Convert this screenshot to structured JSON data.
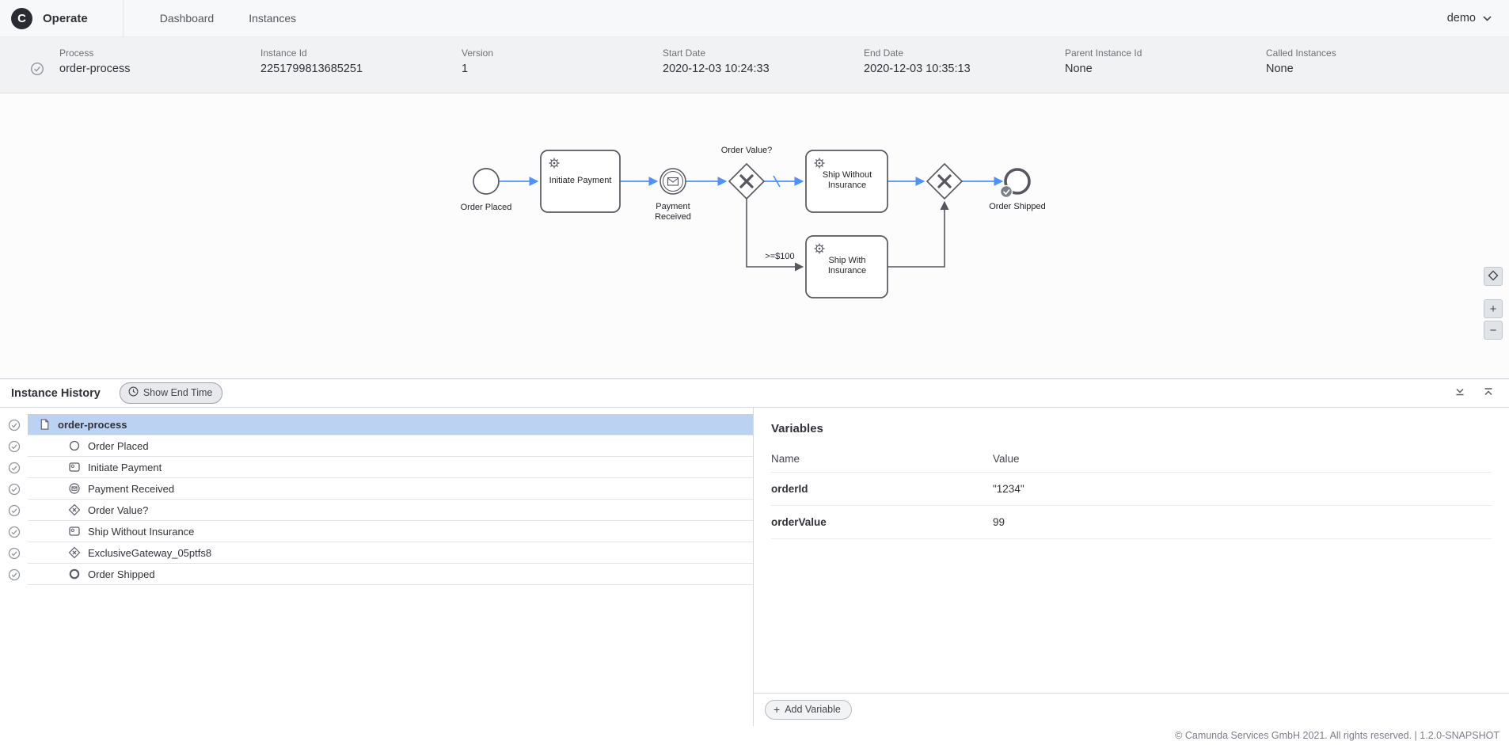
{
  "colors": {
    "accent_blue": "#4d90ff",
    "selected_row": "#bcd2f2",
    "shape_stroke": "#56575f"
  },
  "navbar": {
    "brand": "Operate",
    "logo_letter": "C",
    "items": [
      {
        "label": "Dashboard"
      },
      {
        "label": "Instances"
      }
    ],
    "user": "demo"
  },
  "instance_header": {
    "fields": [
      {
        "label": "Process",
        "value": "order-process"
      },
      {
        "label": "Instance Id",
        "value": "2251799813685251"
      },
      {
        "label": "Version",
        "value": "1"
      },
      {
        "label": "Start Date",
        "value": "2020-12-03 10:24:33"
      },
      {
        "label": "End Date",
        "value": "2020-12-03 10:35:13"
      },
      {
        "label": "Parent Instance Id",
        "value": "None"
      },
      {
        "label": "Called Instances",
        "value": "None"
      }
    ]
  },
  "diagram": {
    "labels": {
      "start_event": "Order Placed",
      "initiate_payment": "Initiate Payment",
      "payment_received": "Payment Received",
      "gateway_question": "Order Value?",
      "ship_without": "Ship Without Insurance",
      "ship_with": "Ship With Insurance",
      "condition": ">=$100",
      "end_event": "Order Shipped"
    }
  },
  "history": {
    "title": "Instance History",
    "show_end_time_label": "Show End Time",
    "items": [
      {
        "label": "order-process",
        "icon": "document-icon",
        "selected": true,
        "child": false
      },
      {
        "label": "Order Placed",
        "icon": "start-event-icon",
        "selected": false,
        "child": true
      },
      {
        "label": "Initiate Payment",
        "icon": "task-icon",
        "selected": false,
        "child": true
      },
      {
        "label": "Payment Received",
        "icon": "message-event-icon",
        "selected": false,
        "child": true
      },
      {
        "label": "Order Value?",
        "icon": "gateway-icon",
        "selected": false,
        "child": true
      },
      {
        "label": "Ship Without Insurance",
        "icon": "task-icon",
        "selected": false,
        "child": true
      },
      {
        "label": "ExclusiveGateway_05ptfs8",
        "icon": "gateway-icon",
        "selected": false,
        "child": true
      },
      {
        "label": "Order Shipped",
        "icon": "end-event-icon",
        "selected": false,
        "child": true
      }
    ]
  },
  "variables": {
    "title": "Variables",
    "columns": [
      "Name",
      "Value"
    ],
    "rows": [
      {
        "name": "orderId",
        "value": "\"1234\""
      },
      {
        "name": "orderValue",
        "value": "99"
      }
    ],
    "add_button_label": "Add Variable"
  },
  "footer": {
    "text": "© Camunda Services GmbH 2021. All rights reserved. | 1.2.0-SNAPSHOT"
  }
}
